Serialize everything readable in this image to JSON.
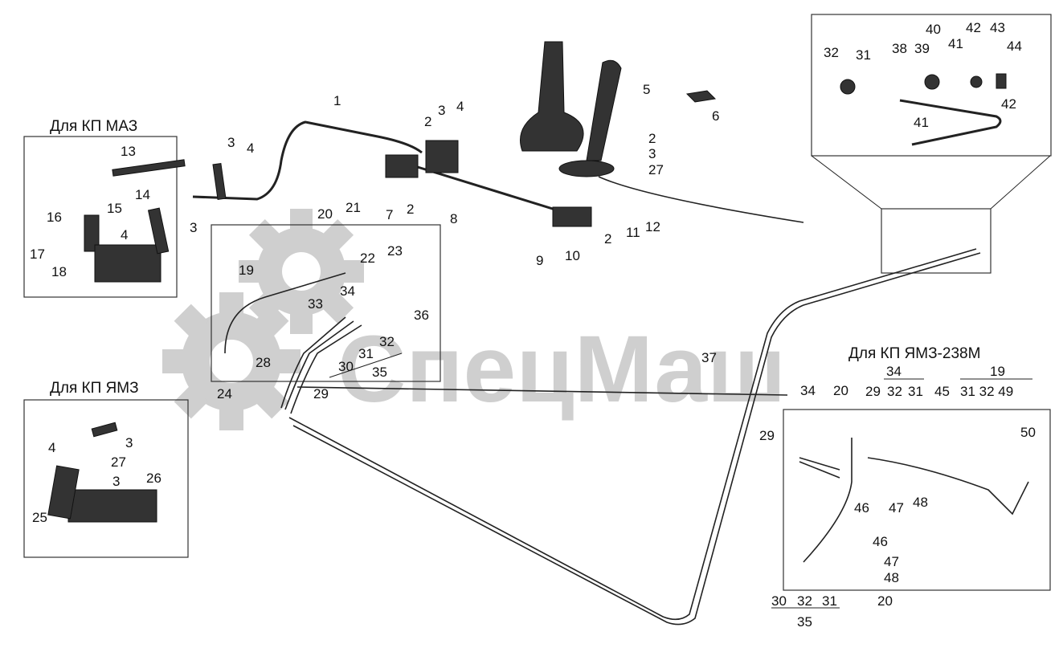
{
  "watermark": {
    "text": "СпецМаш"
  },
  "insets": {
    "maz": {
      "caption": "Для КП МАЗ",
      "labels": [
        "13",
        "14",
        "15",
        "16",
        "4",
        "3",
        "17",
        "18"
      ]
    },
    "yamz": {
      "caption": "Для КП ЯМЗ",
      "labels": [
        "4",
        "3",
        "27",
        "3",
        "26",
        "25"
      ]
    },
    "yamz238m": {
      "caption": "Для КП ЯМЗ-238М"
    },
    "cable_end": {
      "labels": [
        "32",
        "31",
        "38",
        "39",
        "40",
        "41",
        "42",
        "43",
        "44",
        "42",
        "41"
      ]
    }
  },
  "labels": {
    "main": [
      "1",
      "2",
      "3",
      "4",
      "3",
      "4",
      "5",
      "6",
      "2",
      "3",
      "27",
      "7",
      "2",
      "8",
      "9",
      "10",
      "2",
      "11",
      "12",
      "20",
      "21",
      "22",
      "23",
      "19",
      "33",
      "34",
      "36",
      "31",
      "32",
      "30",
      "35",
      "28",
      "29",
      "24",
      "37"
    ],
    "right": [
      "34",
      "20",
      "29",
      "32",
      "31",
      "45",
      "29",
      "46",
      "47",
      "48",
      "50",
      "46",
      "47",
      "48",
      "30",
      "32",
      "31",
      "20",
      "35"
    ]
  },
  "fractions": [
    {
      "top": "34",
      "bottom": ""
    },
    {
      "top": "19",
      "bottom": "31 32 49"
    }
  ]
}
